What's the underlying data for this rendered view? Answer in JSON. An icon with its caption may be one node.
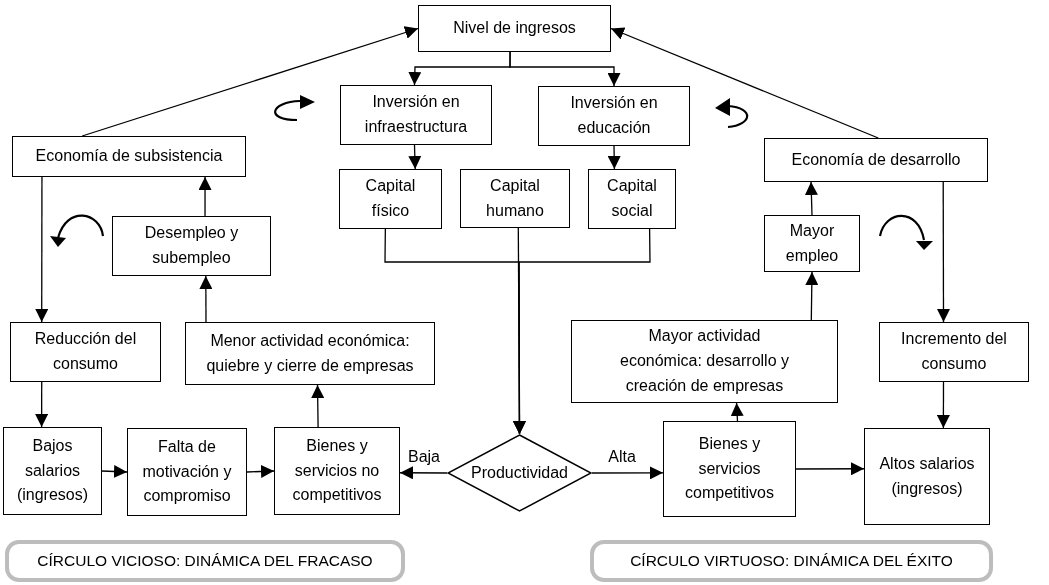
{
  "diagram": {
    "nodes": [
      {
        "text": [
          "Nivel de ingresos"
        ]
      },
      {
        "text": [
          "Inversión en infraestructura"
        ]
      },
      {
        "text": [
          "Inversión en educación"
        ]
      },
      {
        "text": [
          "Capital físico"
        ]
      },
      {
        "text": [
          "Capital humano"
        ]
      },
      {
        "text": [
          "Capital social"
        ]
      },
      {
        "text": [
          "Economía de subsistencia"
        ]
      },
      {
        "text": [
          "Desempleo y subempleo"
        ]
      },
      {
        "text": [
          "Reducción del consumo"
        ]
      },
      {
        "text": [
          "Menor actividad económica: quiebre y cierre de empresas"
        ]
      },
      {
        "text": [
          "Economía de desarrollo"
        ]
      },
      {
        "text": [
          "Mayor empleo"
        ]
      },
      {
        "text": [
          "Mayor actividad económica: desarrollo y creación de empresas"
        ]
      },
      {
        "text": [
          "Incremento del consumo"
        ]
      },
      {
        "text": [
          "Bajos salarios (ingresos)"
        ]
      },
      {
        "text": [
          "Falta de motivación y compromiso"
        ]
      },
      {
        "text": [
          "Bienes y servicios no competitivos"
        ]
      },
      {
        "text": [
          "Productividad"
        ]
      },
      {
        "text": [
          "Bienes y servicios competitivos"
        ]
      },
      {
        "text": [
          "Altos salarios (ingresos)"
        ]
      },
      {
        "text": [
          "CÍRCULO VICIOSO: DINÁMICA DEL FRACASO"
        ]
      },
      {
        "text": [
          "CÍRCULO VIRTUOSO: DINÁMICA DEL ÉXITO"
        ]
      }
    ],
    "edges": [
      {
        "from": 0,
        "to": 1,
        "arrow": "to"
      },
      {
        "from": 0,
        "to": 2,
        "arrow": "to"
      },
      {
        "from": 1,
        "to": 3,
        "arrow": "to"
      },
      {
        "from": 2,
        "to": 5,
        "arrow": "to"
      },
      {
        "from": 3,
        "to": 17,
        "arrow": "to"
      },
      {
        "from": 4,
        "to": 17,
        "arrow": "to"
      },
      {
        "from": 5,
        "to": 17,
        "arrow": "to"
      },
      {
        "from": 17,
        "to": 16,
        "arrow": "to",
        "label": "Baja"
      },
      {
        "from": 17,
        "to": 18,
        "arrow": "to",
        "label": "Alta"
      },
      {
        "from": 16,
        "to": 9,
        "arrow": "to"
      },
      {
        "from": 9,
        "to": 7,
        "arrow": "to"
      },
      {
        "from": 7,
        "to": 6,
        "arrow": "to"
      },
      {
        "from": 6,
        "to": 8,
        "arrow": "to"
      },
      {
        "from": 8,
        "to": 14,
        "arrow": "to"
      },
      {
        "from": 14,
        "to": 15,
        "arrow": "to"
      },
      {
        "from": 15,
        "to": 16,
        "arrow": "to"
      },
      {
        "from": 6,
        "to": 0,
        "arrow": "to"
      },
      {
        "from": 18,
        "to": 12,
        "arrow": "to"
      },
      {
        "from": 12,
        "to": 11,
        "arrow": "to"
      },
      {
        "from": 11,
        "to": 10,
        "arrow": "to"
      },
      {
        "from": 10,
        "to": 0,
        "arrow": "to"
      },
      {
        "from": 10,
        "to": 13,
        "arrow": "to"
      },
      {
        "from": 13,
        "to": 19,
        "arrow": "to"
      },
      {
        "from": 18,
        "to": 19,
        "arrow": "to"
      }
    ]
  }
}
